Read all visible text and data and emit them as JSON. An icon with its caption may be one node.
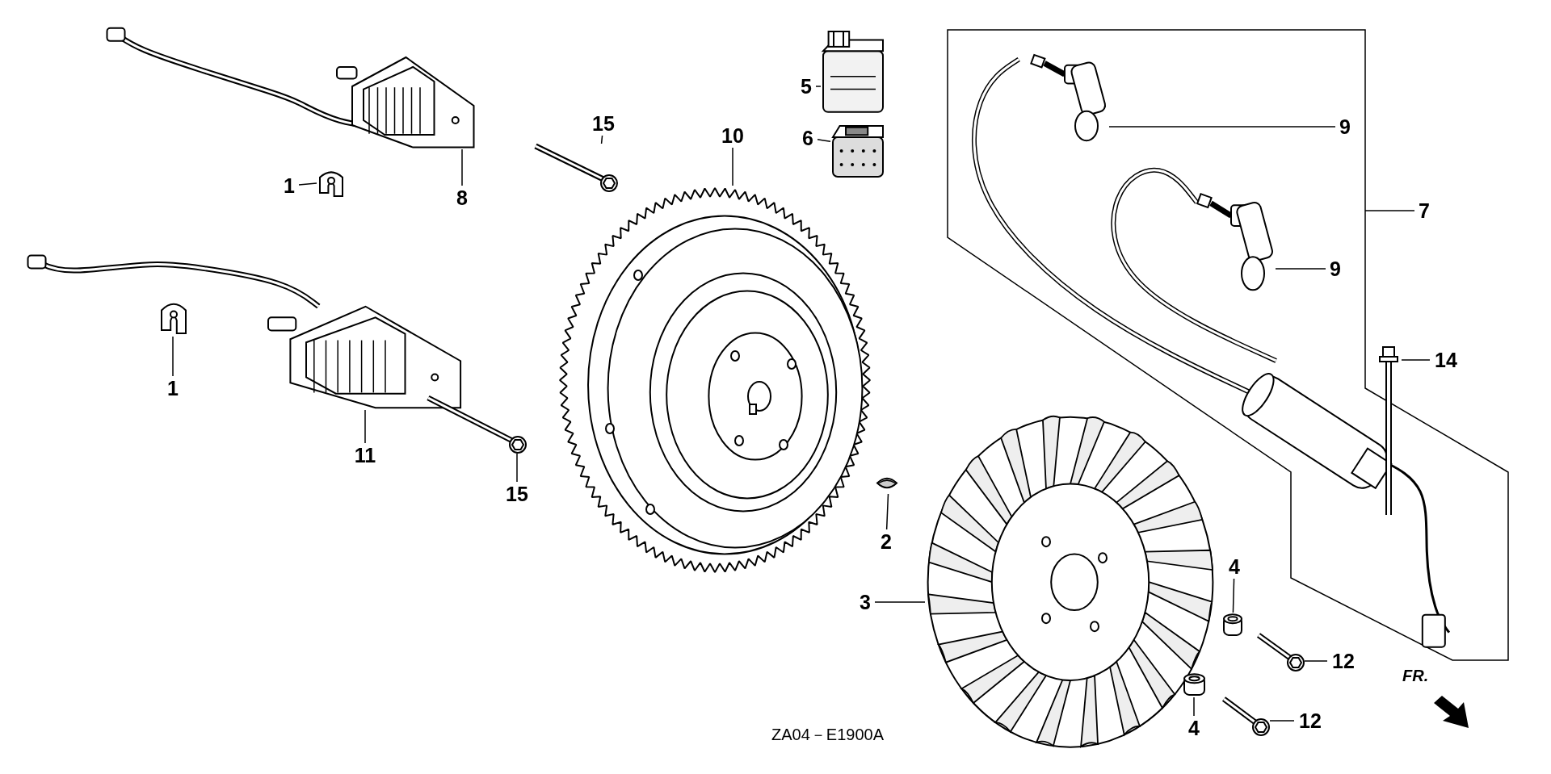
{
  "diagram": {
    "nodes": [
      {
        "text": [
          "15"
        ]
      },
      {
        "text": [],
        "shape": "picture"
      },
      {
        "text": [
          "1"
        ]
      },
      {
        "text": [],
        "shape": "picture"
      },
      {
        "text": [
          "8"
        ]
      },
      {
        "text": [],
        "shape": "picture"
      },
      {
        "text": [
          "10"
        ]
      },
      {
        "text": [],
        "shape": "picture"
      },
      {
        "text": [
          "5"
        ]
      },
      {
        "text": [],
        "shape": "picture"
      },
      {
        "text": [
          "6"
        ]
      },
      {
        "text": [],
        "shape": "picture"
      },
      {
        "text": [
          "7"
        ]
      },
      {
        "text": [],
        "shape": "picture"
      },
      {
        "text": [
          "9"
        ],
        "in": 13
      },
      {
        "text": [],
        "shape": "picture",
        "in": 13
      },
      {
        "text": [
          "9"
        ],
        "in": 13
      },
      {
        "text": [],
        "shape": "picture",
        "in": 13
      },
      {
        "text": [
          "14"
        ]
      },
      {
        "text": [],
        "shape": "picture",
        "in": 13
      },
      {
        "text": [
          "1"
        ]
      },
      {
        "text": [],
        "shape": "picture"
      },
      {
        "text": [
          "11"
        ]
      },
      {
        "text": [],
        "shape": "picture"
      },
      {
        "text": [
          "15"
        ]
      },
      {
        "text": [],
        "shape": "picture"
      },
      {
        "text": [
          "2"
        ]
      },
      {
        "text": [],
        "shape": "picture"
      },
      {
        "text": [
          "3"
        ]
      },
      {
        "text": [],
        "shape": "picture"
      },
      {
        "text": [
          "4"
        ]
      },
      {
        "text": [],
        "shape": "picture"
      },
      {
        "text": [
          "12"
        ]
      },
      {
        "text": [],
        "shape": "picture"
      },
      {
        "text": [
          "4"
        ]
      },
      {
        "text": [],
        "shape": "picture"
      },
      {
        "text": [
          "12"
        ]
      },
      {
        "text": [],
        "shape": "picture"
      }
    ],
    "edges": [
      {
        "from": 0,
        "to": 1,
        "arrow": "none"
      },
      {
        "from": 2,
        "to": 3,
        "arrow": "none"
      },
      {
        "from": 4,
        "to": 5,
        "arrow": "none"
      },
      {
        "from": 6,
        "to": 7,
        "arrow": "none"
      },
      {
        "from": 8,
        "to": 9,
        "arrow": "none"
      },
      {
        "from": 10,
        "to": 11,
        "arrow": "none"
      },
      {
        "from": 12,
        "to": 13,
        "arrow": "none"
      },
      {
        "from": 14,
        "to": 15,
        "arrow": "none"
      },
      {
        "from": 16,
        "to": 17,
        "arrow": "none"
      },
      {
        "from": 18,
        "to": 19,
        "arrow": "none"
      },
      {
        "from": 20,
        "to": 21,
        "arrow": "none"
      },
      {
        "from": 22,
        "to": 23,
        "arrow": "none"
      },
      {
        "from": 24,
        "to": 25,
        "arrow": "none"
      },
      {
        "from": 26,
        "to": 27,
        "arrow": "none"
      },
      {
        "from": 28,
        "to": 29,
        "arrow": "none"
      },
      {
        "from": 30,
        "to": 31,
        "arrow": "none"
      },
      {
        "from": 32,
        "to": 33,
        "arrow": "none"
      },
      {
        "from": 34,
        "to": 35,
        "arrow": "none"
      },
      {
        "from": 36,
        "to": 37,
        "arrow": "none"
      }
    ],
    "labels": [
      "ZA04－E1900A",
      "FR."
    ]
  }
}
